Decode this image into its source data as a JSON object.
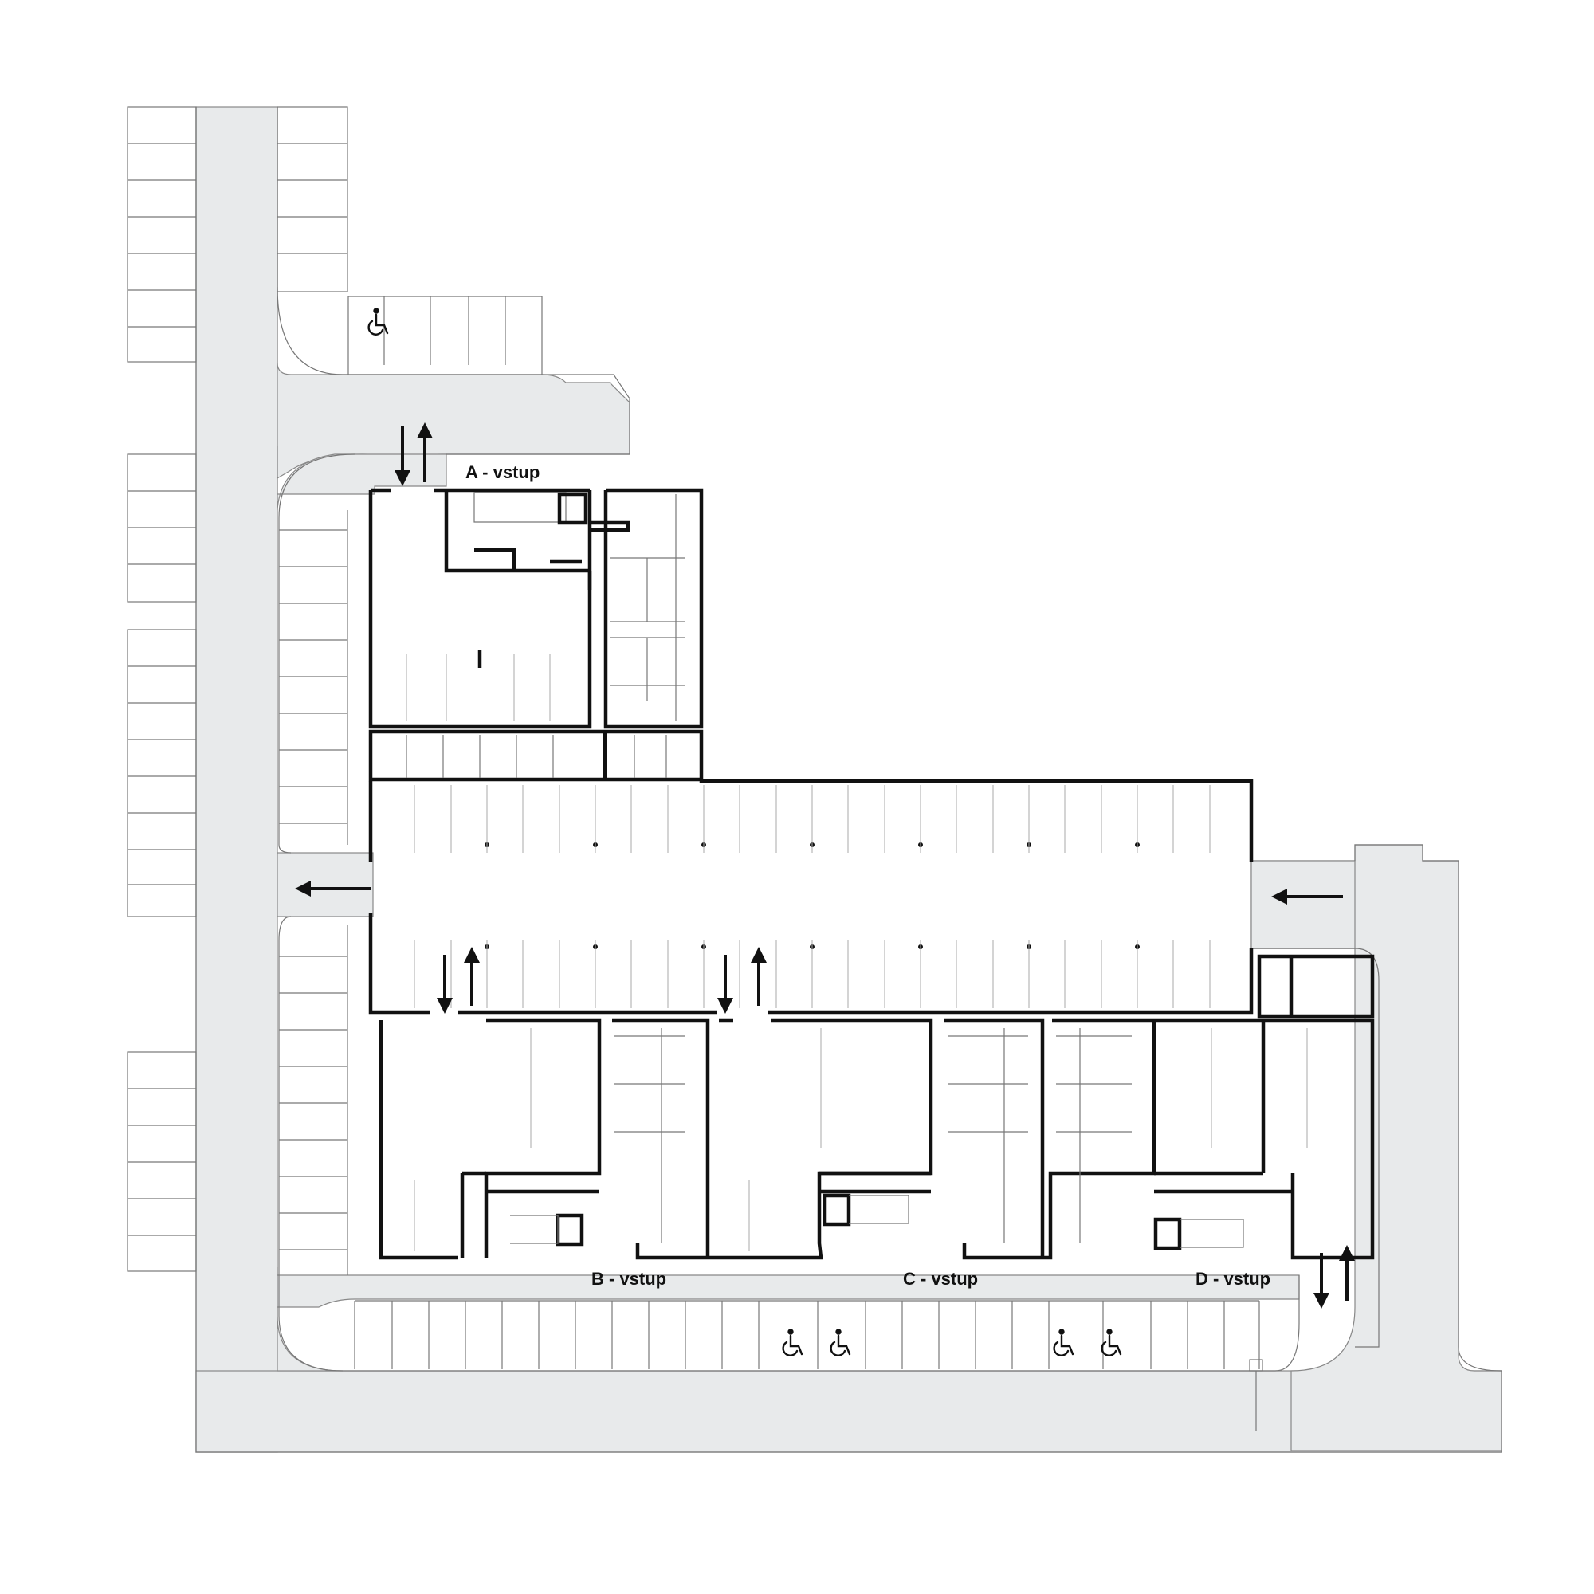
{
  "entrances": [
    {
      "id": "A",
      "label": "A - vstup"
    },
    {
      "id": "B",
      "label": "B - vstup"
    },
    {
      "id": "C",
      "label": "C - vstup"
    },
    {
      "id": "D",
      "label": "D - vstup"
    }
  ],
  "accessible_symbol": "wheelchair-icon",
  "arrow_symbol": "arrow-icon",
  "colors": {
    "road": "#e8eaeb",
    "wall": "#111111",
    "line": "#777777",
    "background": "#ffffff"
  }
}
